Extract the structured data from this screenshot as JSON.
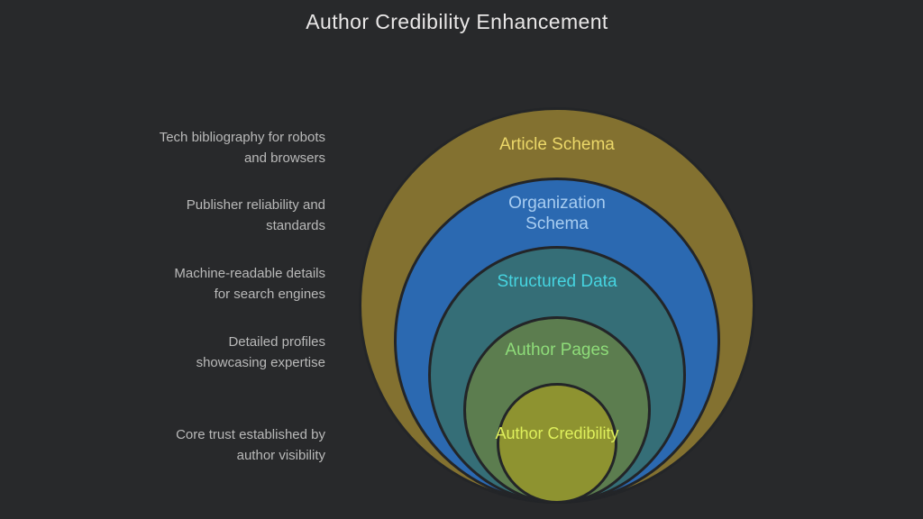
{
  "title": "Author Credibility Enhancement",
  "colors": {
    "background": "#28292b",
    "circle_outline": "#232528",
    "title_text": "#e9e7e7",
    "description_text": "#b9b9b9"
  },
  "diagram": {
    "type": "nested-circles",
    "layers": [
      {
        "label": "Article Schema",
        "description": "Tech bibliography for robots and browsers",
        "fill": "#837130",
        "text_color": "#ecd869"
      },
      {
        "label": "Organization Schema",
        "description": "Publisher reliability and standards",
        "fill": "#2b69b1",
        "text_color": "#a8cdf1"
      },
      {
        "label": "Structured Data",
        "description": "Machine-readable details for search engines",
        "fill": "#356e77",
        "text_color": "#46d4e0"
      },
      {
        "label": "Author Pages",
        "description": "Detailed profiles showcasing expertise",
        "fill": "#5c7d4f",
        "text_color": "#8edc79"
      },
      {
        "label": "Author Credibility",
        "description": "Core trust established by author visibility",
        "fill": "#8e9330",
        "text_color": "#dff05c"
      }
    ]
  }
}
